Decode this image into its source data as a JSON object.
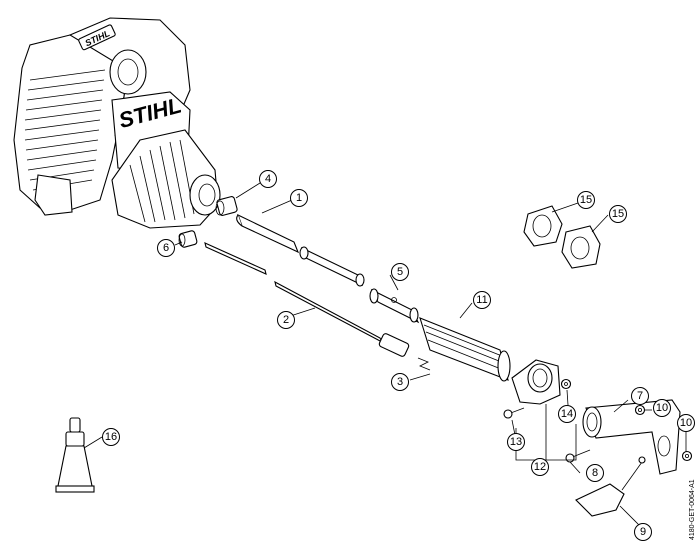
{
  "diagram": {
    "brand_engine": "STIHL",
    "brand_tank": "STIHL",
    "drawing_code": "4180-GET-0064-A1",
    "callouts": [
      {
        "id": "c1",
        "label": "1"
      },
      {
        "id": "c2",
        "label": "2"
      },
      {
        "id": "c3",
        "label": "3"
      },
      {
        "id": "c4",
        "label": "4"
      },
      {
        "id": "c5",
        "label": "5"
      },
      {
        "id": "c6",
        "label": "6"
      },
      {
        "id": "c7",
        "label": "7"
      },
      {
        "id": "c8",
        "label": "8"
      },
      {
        "id": "c9",
        "label": "9"
      },
      {
        "id": "c10a",
        "label": "10"
      },
      {
        "id": "c10b",
        "label": "10"
      },
      {
        "id": "c11",
        "label": "11"
      },
      {
        "id": "c12",
        "label": "12"
      },
      {
        "id": "c13",
        "label": "13"
      },
      {
        "id": "c14",
        "label": "14"
      },
      {
        "id": "c15a",
        "label": "15"
      },
      {
        "id": "c15b",
        "label": "15"
      },
      {
        "id": "c16",
        "label": "16"
      }
    ]
  }
}
